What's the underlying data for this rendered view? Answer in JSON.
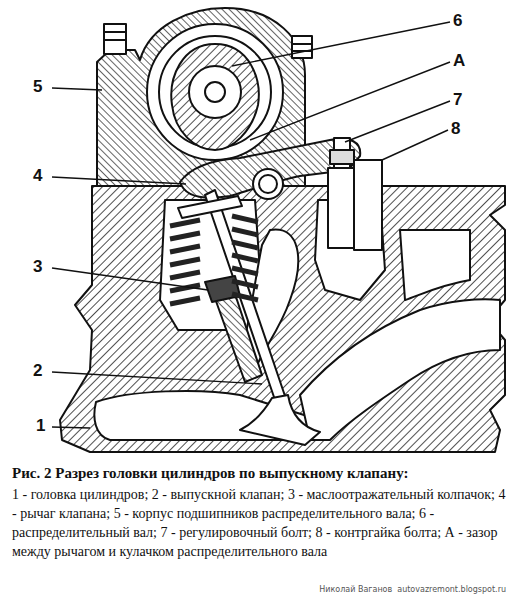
{
  "diagram": {
    "title": "Рис. 2 Разрез головки цилиндров по выпускному клапану:",
    "caption": "1 - головка цилиндров; 2 - выпускной клапан; 3 - маслоотражательный колпачок; 4 - рычаг клапана; 5 - корпус подшипников распределительного вала; 6 - распределительный вал; 7 - регулировочный болт; 8 - контргайка болта; А - зазор между рычагом и кулачком распределительного вала",
    "labels": [
      "6",
      "А",
      "7",
      "8",
      "5",
      "4",
      "3",
      "2",
      "1",
      "Николай Ваганов",
      "autovazremont.blogspot.ru"
    ]
  }
}
